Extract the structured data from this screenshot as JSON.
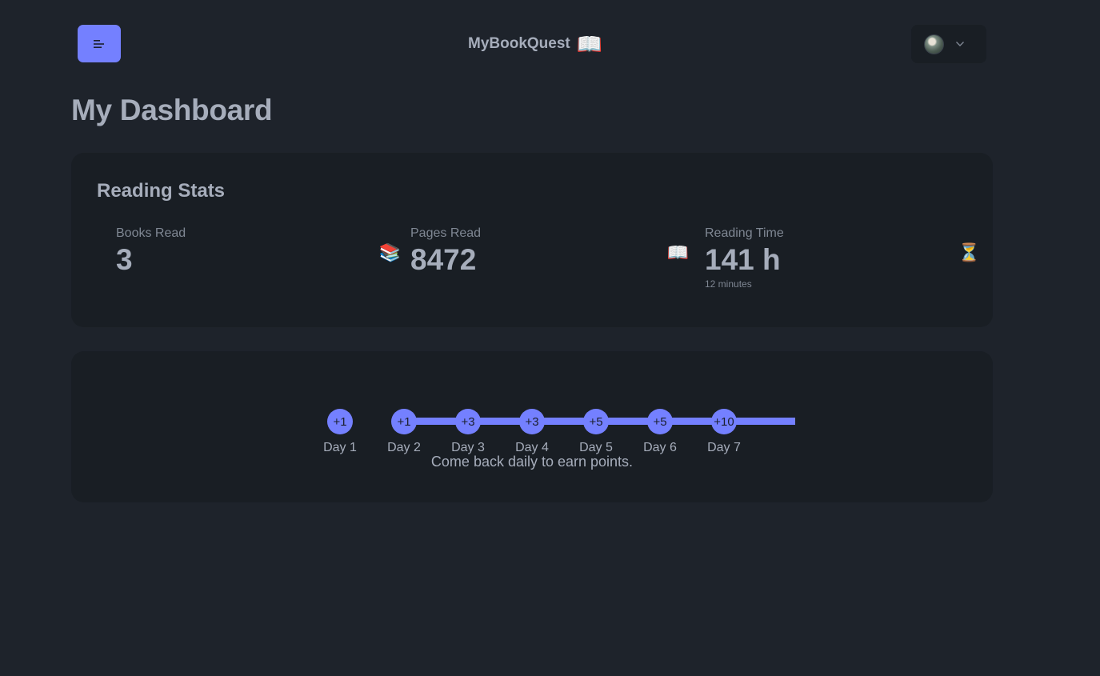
{
  "navbar": {
    "brand": "MyBookQuest",
    "brand_icon": "📖"
  },
  "title": "My Dashboard",
  "stats": {
    "heading": "Reading Stats",
    "items": [
      {
        "label": "Books Read",
        "value": "3",
        "desc": "",
        "icon": "📚"
      },
      {
        "label": "Pages Read",
        "value": "8472",
        "desc": "",
        "icon": "📖"
      },
      {
        "label": "Reading Time",
        "value": "141 h",
        "desc": "12 minutes",
        "icon": "⏳"
      }
    ]
  },
  "streak": {
    "steps": [
      {
        "points": "+1",
        "label": "Day 1"
      },
      {
        "points": "+1",
        "label": "Day 2"
      },
      {
        "points": "+3",
        "label": "Day 3"
      },
      {
        "points": "+3",
        "label": "Day 4"
      },
      {
        "points": "+5",
        "label": "Day 5"
      },
      {
        "points": "+5",
        "label": "Day 6"
      },
      {
        "points": "+10",
        "label": "Day 7"
      }
    ],
    "note": "Come back daily to earn points."
  },
  "colors": {
    "background": "#1e232b",
    "card": "#191e24",
    "primary": "#7480ff",
    "text": "#a6adbb"
  }
}
